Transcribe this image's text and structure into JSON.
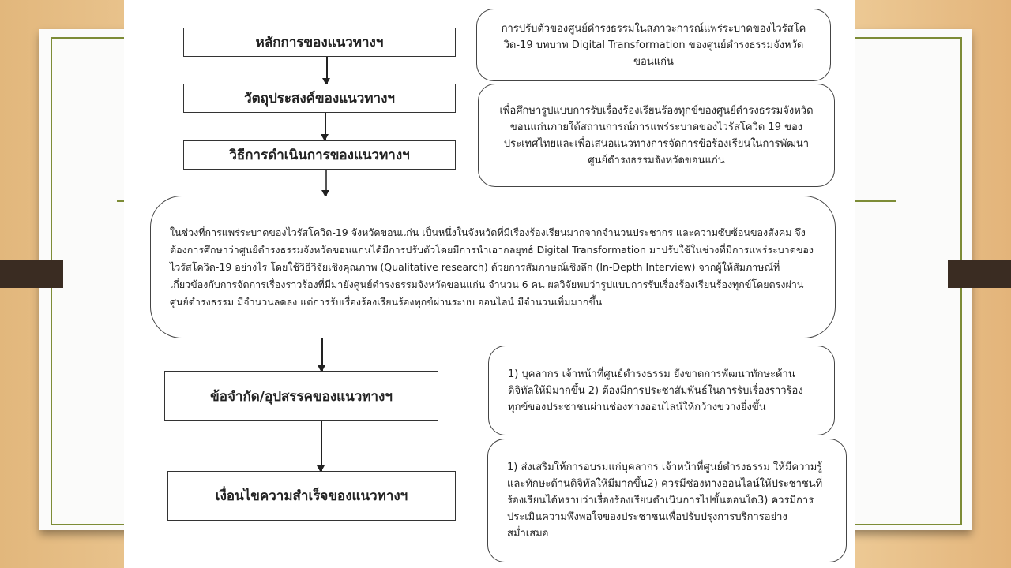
{
  "flow_steps": [
    {
      "label": "หลักการของแนวทางฯ",
      "detail": "การปรับตัวของศูนย์ดำรงธรรมในสภาวะการณ์แพร่ระบาดของไวรัสโควิด-19 บทบาท Digital Transformation ของศูนย์ดำรงธรรมจังหวัดขอนแก่น"
    },
    {
      "label": "วัตถุประสงค์ของแนวทางฯ",
      "detail": "เพื่อศึกษารูปแบบการรับเรื่องร้องเรียนร้องทุกข์ของศูนย์ดำรงธรรมจังหวัดขอนแก่นภายใต้สถานการณ์การแพร่ระบาดของไวรัสโควิด 19 ของประเทศไทยและเพื่อเสนอแนวทางการจัดการข้อร้องเรียนในการพัฒนาศูนย์ดำรงธรรมจังหวัดขอนแก่น"
    },
    {
      "label": "วิธีการดำเนินการของแนวทางฯ",
      "detail": "ในช่วงที่การแพร่ระบาดของไวรัสโควิด-19 จังหวัดขอนแก่น เป็นหนึ่งในจังหวัดที่มีเรื่องร้องเรียนมากจากจำนวนประชากร และความซับซ้อนของสังคม จึงต้องการศึกษาว่าศูนย์ดำรงธรรมจังหวัดขอนแก่นได้มีการปรับตัวโดยมีการนำเอากลยุทธ์ Digital Transformation มาปรับใช้ในช่วงที่มีการแพร่ระบาดของไวรัสโควิด-19 อย่างไร โดยใช้วิธีวิจัยเชิงคุณภาพ (Qualitative research) ด้วยการสัมภาษณ์เชิงลึก (In-Depth Interview) จากผู้ให้สัมภาษณ์ที่เกี่ยวข้องกับการจัดการเรื่องราวร้องที่มีมายังศูนย์ดำรงธรรมจังหวัดขอนแก่น จำนวน 6 คน ผลวิจัยพบว่ารูปแบบการรับเรื่องร้องเรียนร้องทุกข์โดยตรงผ่านศูนย์ดำรงธรรม มีจำนวนลดลง แต่การรับเรื่องร้องเรียนร้องทุกข์ผ่านระบบ ออนไลน์ มีจำนวนเพิ่มมากขึ้น"
    },
    {
      "label": "ข้อจำกัด/อุปสรรคของแนวทางฯ",
      "detail": "1) บุคลากร เจ้าหน้าที่ศูนย์ดำรงธรรม ยังขาดการพัฒนาทักษะด้านดิจิทัลให้มีมากขึ้น 2) ต้องมีการประชาสัมพันธ์ในการรับเรื่องราวร้องทุกข์ของประชาชนผ่านช่องทางออนไลน์ให้กว้างขวางยิ่งขึ้น"
    },
    {
      "label": "เงื่อนไขความสำเร็จของแนวทางฯ",
      "detail": "1) ส่งเสริมให้การอบรมแก่บุคลากร เจ้าหน้าที่ศูนย์ดำรงธรรม ให้มีความรู้และทักษะด้านดิจิทัลให้มีมากขึ้น2) ควรมีช่องทางออนไลน์ให้ประชาชนที่ร้องเรียนได้ทราบว่าเรื่องร้องเรียนดำเนินการไปขั้นตอนใด3) ควรมีการประเมินความพึงพอใจของประชาชนเพื่อปรับปรุงการบริการอย่างสม่ำเสมอ"
    }
  ]
}
